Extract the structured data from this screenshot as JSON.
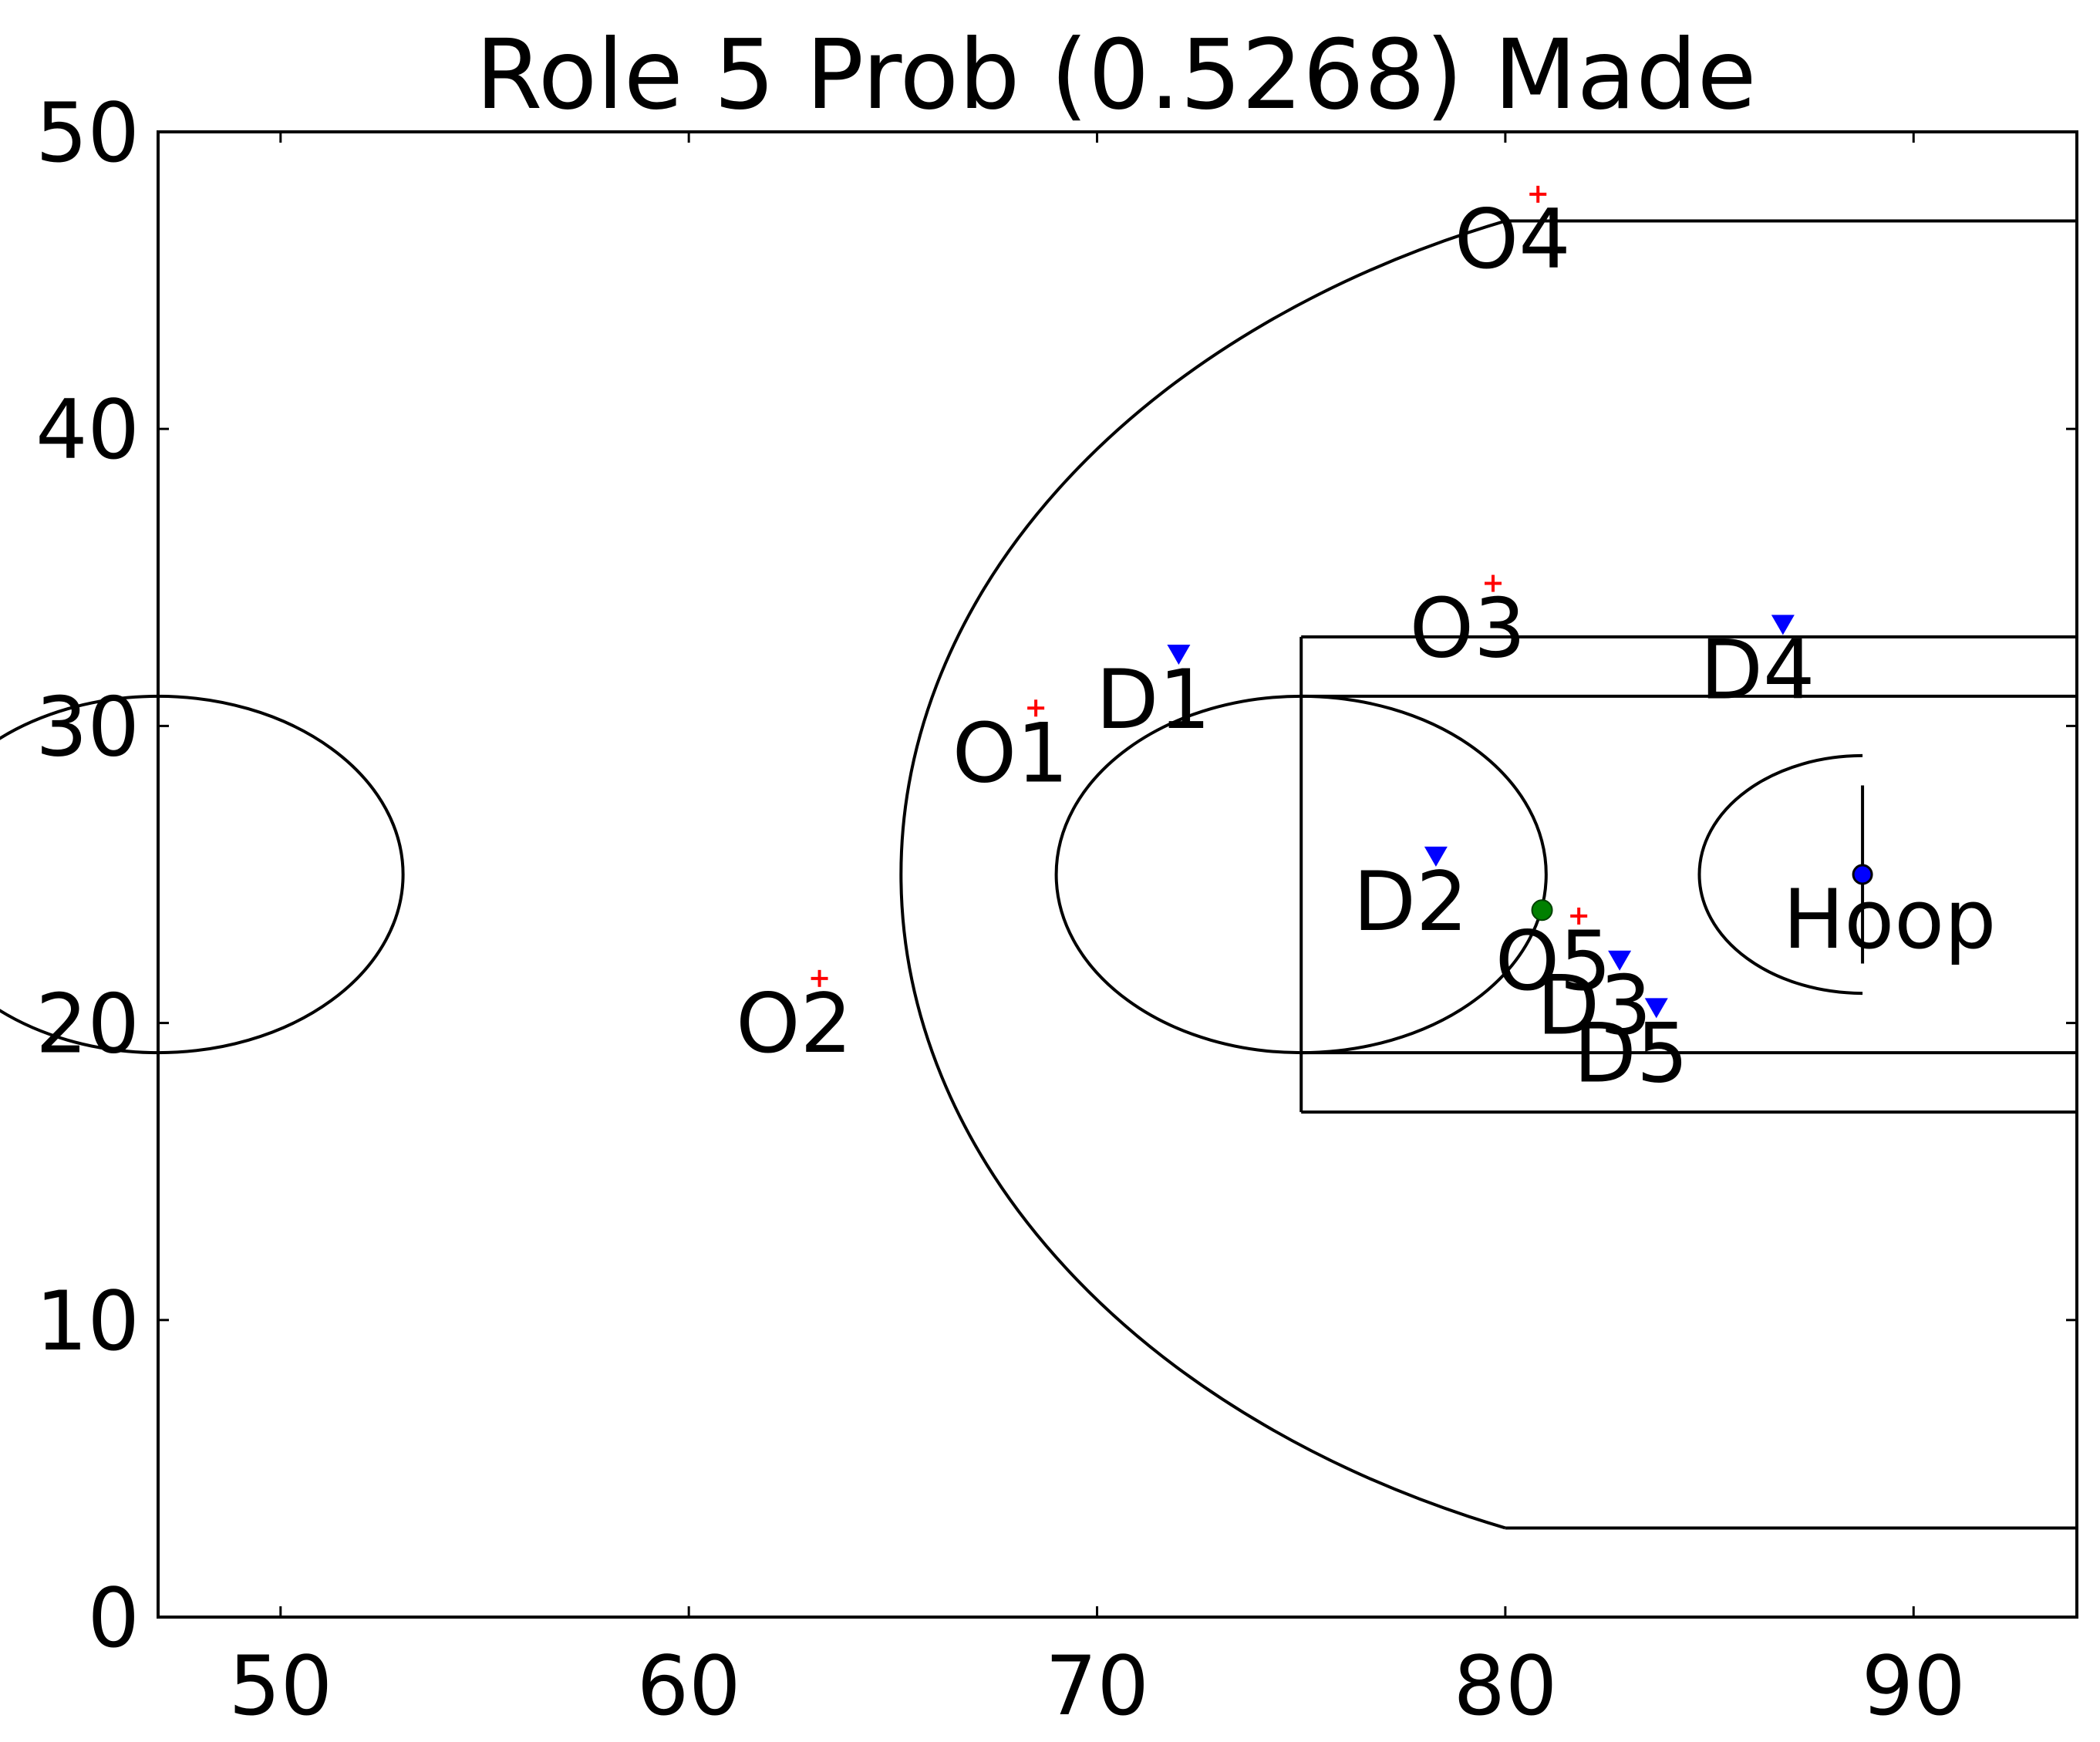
{
  "chart_data": {
    "type": "scatter",
    "title": "Role 5 Prob (0.5268) Made",
    "xlabel": "",
    "ylabel": "",
    "xlim": [
      47,
      94
    ],
    "ylim": [
      0,
      50
    ],
    "xticks": [
      50,
      60,
      70,
      80,
      90
    ],
    "yticks": [
      0,
      10,
      20,
      30,
      40,
      50
    ],
    "grid": false,
    "colors": {
      "offense": "#ff0000",
      "defense": "#0000ff",
      "ball": "#008000",
      "hoop": "#0000ff",
      "lines": "#000000"
    },
    "offense": [
      {
        "label": "O1",
        "x": 68.5,
        "y": 30.6
      },
      {
        "label": "O2",
        "x": 63.2,
        "y": 21.5
      },
      {
        "label": "O3",
        "x": 79.7,
        "y": 34.8
      },
      {
        "label": "O4",
        "x": 80.8,
        "y": 47.9
      },
      {
        "label": "O5",
        "x": 81.8,
        "y": 23.6
      }
    ],
    "defense": [
      {
        "label": "D1",
        "x": 72.0,
        "y": 32.4
      },
      {
        "label": "D2",
        "x": 78.3,
        "y": 25.6
      },
      {
        "label": "D3",
        "x": 82.8,
        "y": 22.1
      },
      {
        "label": "D4",
        "x": 86.8,
        "y": 33.4
      },
      {
        "label": "D5",
        "x": 83.7,
        "y": 20.5
      }
    ],
    "ball": {
      "x": 80.9,
      "y": 23.8
    },
    "hoop": {
      "label": "Hoop",
      "x": 88.75,
      "y": 25.0
    }
  }
}
